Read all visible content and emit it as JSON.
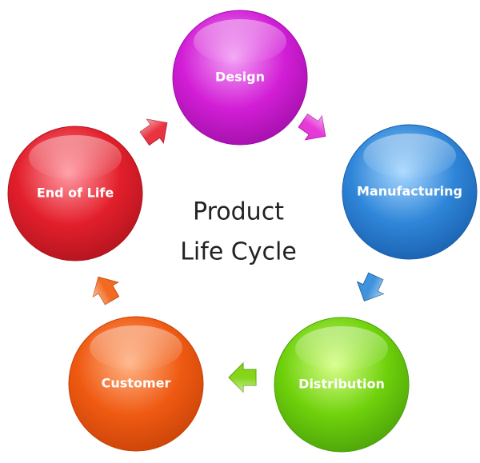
{
  "title": {
    "line1": "Product",
    "line2": "Life Cycle"
  },
  "nodes": [
    {
      "id": "design",
      "label": "Design",
      "color": "#d21ed6"
    },
    {
      "id": "manufacturing",
      "label": "Manufacturing",
      "color": "#2f86d8"
    },
    {
      "id": "distribution",
      "label": "Distribution",
      "color": "#6fd10b"
    },
    {
      "id": "customer",
      "label": "Customer",
      "color": "#ef5a12"
    },
    {
      "id": "end-of-life",
      "label": "End of Life",
      "color": "#e21f2b"
    }
  ],
  "arrows": [
    {
      "from": "design",
      "to": "manufacturing",
      "color": "#e63ad8"
    },
    {
      "from": "manufacturing",
      "to": "distribution",
      "color": "#3f93dc"
    },
    {
      "from": "distribution",
      "to": "customer",
      "color": "#86d51a"
    },
    {
      "from": "customer",
      "to": "end-of-life",
      "color": "#f26a22"
    },
    {
      "from": "end-of-life",
      "to": "design",
      "color": "#ea3340"
    }
  ]
}
